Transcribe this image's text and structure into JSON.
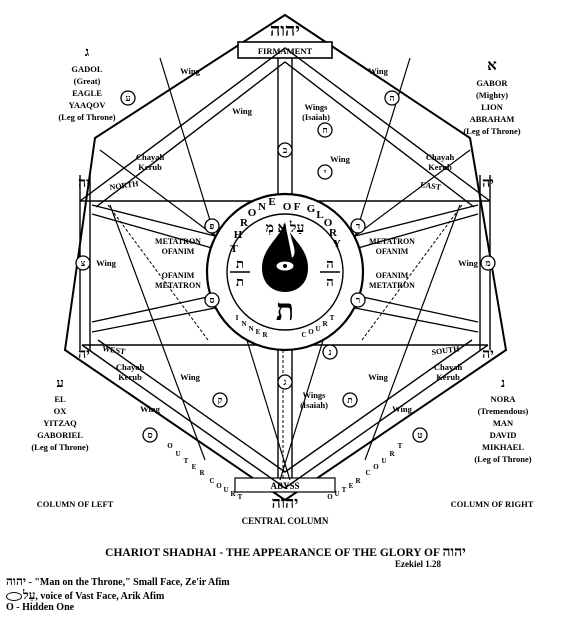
{
  "top": {
    "name": "יהוה",
    "label": "FIRMAMENT"
  },
  "bottom": {
    "label": "ABYSS",
    "name": "יהוה",
    "column": "CENTRAL COLUMN"
  },
  "columns": {
    "left": "COLUMN OF LEFT",
    "right": "COLUMN OF RIGHT"
  },
  "wing": "Wing",
  "wings_isaiah_top": [
    "Wings",
    "(Isaiah)"
  ],
  "wings_isaiah_bottom": [
    "Wings",
    "(Isaiah)"
  ],
  "kerub_labels": {
    "nw": [
      "Chayah",
      "Kerub"
    ],
    "ne": [
      "Chayah",
      "Kerub"
    ],
    "sw": [
      "Chayah",
      "Kerub"
    ],
    "se": [
      "Chayah",
      "Kerub"
    ]
  },
  "directions": {
    "north": "NORTH",
    "east": "EAST",
    "west": "WEST",
    "south": "SOUTH",
    "north_name": "יה",
    "east_name": "יה",
    "west_name": "יה",
    "south_name": "יה"
  },
  "corners": {
    "top_left": {
      "letter": "ג",
      "lines": [
        "GADOL",
        "(Great)",
        "EAGLE",
        "YAAQOV",
        "(Leg of Throne)"
      ]
    },
    "top_right": {
      "letter": "א",
      "lines": [
        "GABOR",
        "(Mighty)",
        "LION",
        "ABRAHAM",
        "(Leg of Throne)"
      ]
    },
    "bottom_left": {
      "letter": "ע",
      "lines": [
        "EL",
        "OX",
        "YITZAQ",
        "GABORIEL",
        "(Leg of Throne)"
      ]
    },
    "bottom_right": {
      "letter": "נ",
      "lines": [
        "NORA",
        "(Tremendous)",
        "MAN",
        "DAVID",
        "MIKHAEL",
        "(Leg of Throne)"
      ]
    }
  },
  "throne": {
    "arc_letters": [
      "T",
      "H",
      "R",
      "O",
      "N",
      "E",
      "O",
      "F",
      "G",
      "L",
      "O",
      "R",
      "Y"
    ],
    "inner_court_letters": [
      "I",
      "N",
      "N",
      "E",
      "R",
      "C",
      "O",
      "U",
      "R",
      "T"
    ],
    "hebrew_top": "עַל א מְ",
    "fraction_left": [
      "ת",
      "ת"
    ],
    "fraction_right": [
      "ה",
      "ה"
    ],
    "center_letter": "ת",
    "metatron_ofanim_left": [
      "METATRON",
      "OFANIM"
    ],
    "ofanim_metatron_left": [
      "OFANIM",
      "METATRON"
    ],
    "metatron_ofanim_right": [
      "METATRON",
      "OFANIM"
    ],
    "ofanim_metatron_right": [
      "OFANIM",
      "METATRON"
    ]
  },
  "outer_court": {
    "left": [
      "O",
      "U",
      "T",
      "E",
      "R",
      "C",
      "O",
      "U",
      "R",
      "T"
    ],
    "right": [
      "O",
      "U",
      "T",
      "E",
      "R",
      "C",
      "O",
      "U",
      "R",
      "T"
    ]
  },
  "node_letters": {
    "top_left_wing": "ע",
    "top_right_wing": "ה",
    "upper_center": "ב",
    "upper_right": "ח",
    "upper_right_inner": "י",
    "left_mid": "צ",
    "right_mid": "מ",
    "left_upper_inner": "פ",
    "left_lower_inner": "ס",
    "right_upper_inner": "ד",
    "right_lower_inner": "ר",
    "left_lower": "ק",
    "right_lower": "ת",
    "lower_center": "ג",
    "lower_center_right": "נ",
    "bottom_left": "ס",
    "bottom_right": "ט"
  },
  "caption": {
    "text": "CHARIOT SHADHAI - THE APPEARANCE OF THE GLORY OF",
    "name": "יהוה",
    "ref": "Ezekiel 1.28"
  },
  "legend": [
    {
      "symbol": "יהוה",
      "text": "- \"Man on the Throne,\" Small Face, Ze'ir Afim"
    },
    {
      "symbol": "עַל",
      "text": ", voice of Vast Face, Arik Afim"
    },
    {
      "symbol": "O",
      "text": "- Hidden One"
    }
  ],
  "colors": {
    "ink": "#000000",
    "paper": "#ffffff"
  }
}
